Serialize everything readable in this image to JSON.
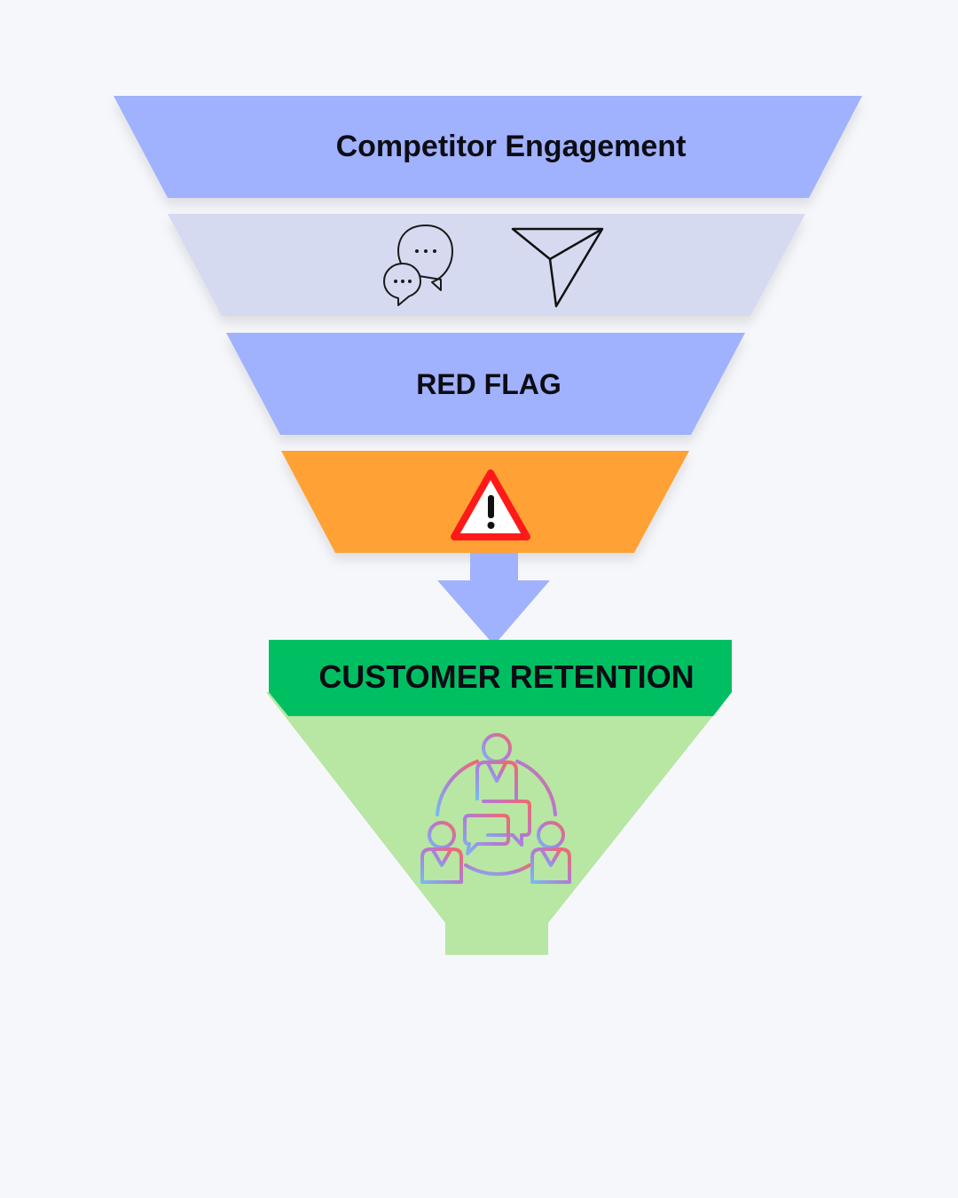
{
  "funnel": {
    "stage1": {
      "label": "Competitor Engagement",
      "color": "#a0b1fd"
    },
    "stage2": {
      "color": "#d5daf0",
      "icons": [
        "chat-bubbles-icon",
        "send-icon"
      ]
    },
    "stage3": {
      "label": "RED FLAG",
      "color": "#a0b1fd"
    },
    "stage4": {
      "color": "#ffa135",
      "icons": [
        "warning-icon"
      ]
    },
    "arrow": {
      "color": "#a0b1fd",
      "icons": [
        "arrow-down-icon"
      ]
    },
    "retention": {
      "label": "CUSTOMER RETENTION",
      "banner_color": "#00bf62",
      "body_color": "#b8e6a3",
      "icons": [
        "team-discussion-icon"
      ]
    }
  }
}
